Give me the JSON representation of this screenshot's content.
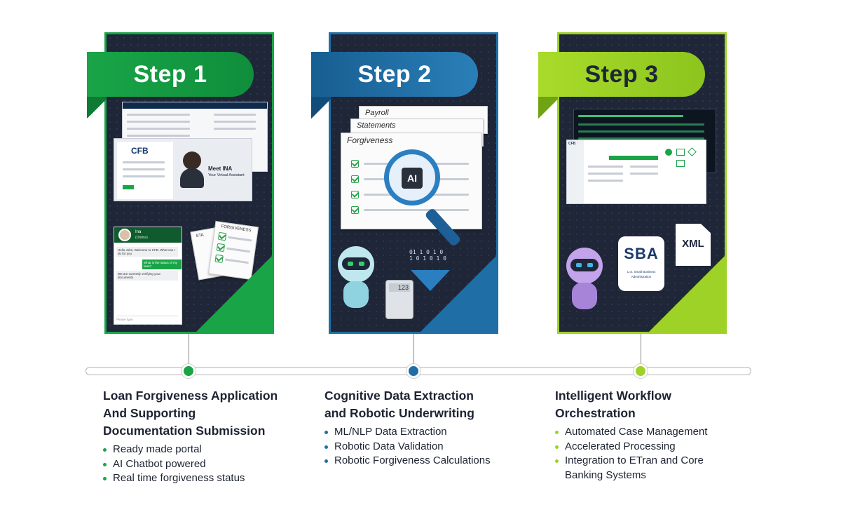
{
  "steps": [
    {
      "banner": "Step 1",
      "title_lines": [
        "Loan Forgiveness Application",
        "And Supporting",
        "Documentation Submission"
      ],
      "bullets": [
        "Ready made portal",
        "AI Chatbot powered",
        "Real time forgiveness status"
      ],
      "screen": {
        "logo": "CFB",
        "meet": "Meet INA",
        "assistant": "Your Virtual Assistant",
        "chat_name": "Ina",
        "chat_status": "(Online)",
        "chat_msg_bot": "Hello John, Welcome to CFB. What can I do for you",
        "chat_msg_user": "What is the status of my loan?",
        "chat_msg_bot2": "We are currently verifying your documents",
        "chat_input": "Please type",
        "doc_front": "FORGIVENESS",
        "doc_back": "STA"
      }
    },
    {
      "banner": "Step 2",
      "title_lines": [
        "Cognitive Data Extraction",
        "and Robotic Underwriting"
      ],
      "bullets": [
        "ML/NLP Data Extraction",
        "Robotic Data Validation",
        "Robotic Forgiveness Calculations"
      ],
      "screen": {
        "doc1": "Payroll",
        "doc2": "Statements",
        "doc3": "Forgiveness",
        "ai": "AI",
        "calc": "123",
        "binary": "01 1 0 1 0 1 0 1 0 1 0"
      }
    },
    {
      "banner": "Step 3",
      "title_lines": [
        "Intelligent Workflow",
        "Orchestration"
      ],
      "bullets": [
        "Automated Case Management",
        "Accelerated Processing",
        "Integration to ETran and Core Banking Systems"
      ],
      "screen": {
        "logo": "CFB",
        "sba": "SBA",
        "sba_sub1": "U.S. Small Business",
        "sba_sub2": "Administration",
        "xml": "XML"
      }
    }
  ],
  "colors": {
    "green": "#19a547",
    "green_dark": "#0f7a34",
    "blue": "#1f6fa6",
    "blue_dark": "#124d7a",
    "lime": "#9ed227",
    "lime_dark": "#6fa312",
    "navy": "#1e2638"
  }
}
